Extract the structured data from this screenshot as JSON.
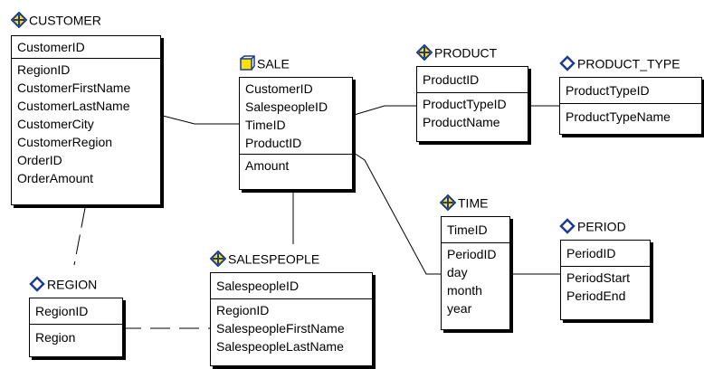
{
  "entities": {
    "customer": {
      "name": "CUSTOMER",
      "icon": "diamond-key-icon",
      "keys": [
        "CustomerID"
      ],
      "attributes": [
        "RegionID",
        "CustomerFirstName",
        "CustomerLastName",
        "CustomerCity",
        "CustomerRegion",
        "OrderID",
        "OrderAmount"
      ]
    },
    "sale": {
      "name": "SALE",
      "icon": "square-table-icon",
      "keys": [
        "CustomerID",
        "SalespeopleID",
        "TimeID",
        "ProductID"
      ],
      "attributes": [
        "Amount"
      ]
    },
    "product": {
      "name": "PRODUCT",
      "icon": "diamond-key-icon",
      "keys": [
        "ProductID"
      ],
      "attributes": [
        "ProductTypeID",
        "ProductName"
      ]
    },
    "product_type": {
      "name": "PRODUCT_TYPE",
      "icon": "diamond-outline-icon",
      "keys": [
        "ProductTypeID"
      ],
      "attributes": [
        "ProductTypeName"
      ]
    },
    "time": {
      "name": "TIME",
      "icon": "diamond-key-icon",
      "keys": [
        "TimeID"
      ],
      "attributes": [
        "PeriodID",
        "day",
        "month",
        "year"
      ]
    },
    "period": {
      "name": "PERIOD",
      "icon": "diamond-outline-icon",
      "keys": [
        "PeriodID"
      ],
      "attributes": [
        "PeriodStart",
        "PeriodEnd"
      ]
    },
    "salespeople": {
      "name": "SALESPEOPLE",
      "icon": "diamond-key-icon",
      "keys": [
        "SalespeopleID"
      ],
      "attributes": [
        "RegionID",
        "SalespeopleFirstName",
        "SalespeopleLastName"
      ]
    },
    "region": {
      "name": "REGION",
      "icon": "diamond-outline-icon",
      "keys": [
        "RegionID"
      ],
      "attributes": [
        "Region"
      ]
    }
  },
  "colors": {
    "icon_yellow": "#ffe000",
    "icon_blue": "#1e3c8c",
    "line": "#000000"
  }
}
